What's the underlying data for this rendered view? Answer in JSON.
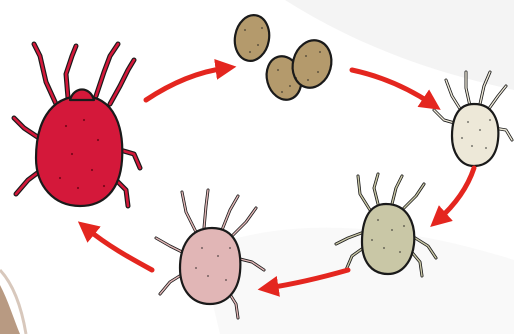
{
  "diagram": {
    "stages": [
      {
        "id": "egg",
        "icon": "egg-cluster-icon"
      },
      {
        "id": "larva",
        "icon": "larva-mite-icon"
      },
      {
        "id": "protonymph",
        "icon": "protonymph-mite-icon"
      },
      {
        "id": "deutonymph",
        "icon": "deutonymph-mite-icon"
      },
      {
        "id": "adult",
        "icon": "adult-red-mite-icon"
      }
    ]
  },
  "colors": {
    "background": "#ffffff",
    "background_shade": "#f4f4f4",
    "arrow": "#e4261f",
    "outline": "#1a1a1a",
    "egg": "#b49a6c",
    "larva": "#ede8d8",
    "protonymph": "#c9c7a6",
    "deutonymph": "#e1b6b6",
    "adult": "#d4183a",
    "corner_photo": "#b89a82"
  }
}
